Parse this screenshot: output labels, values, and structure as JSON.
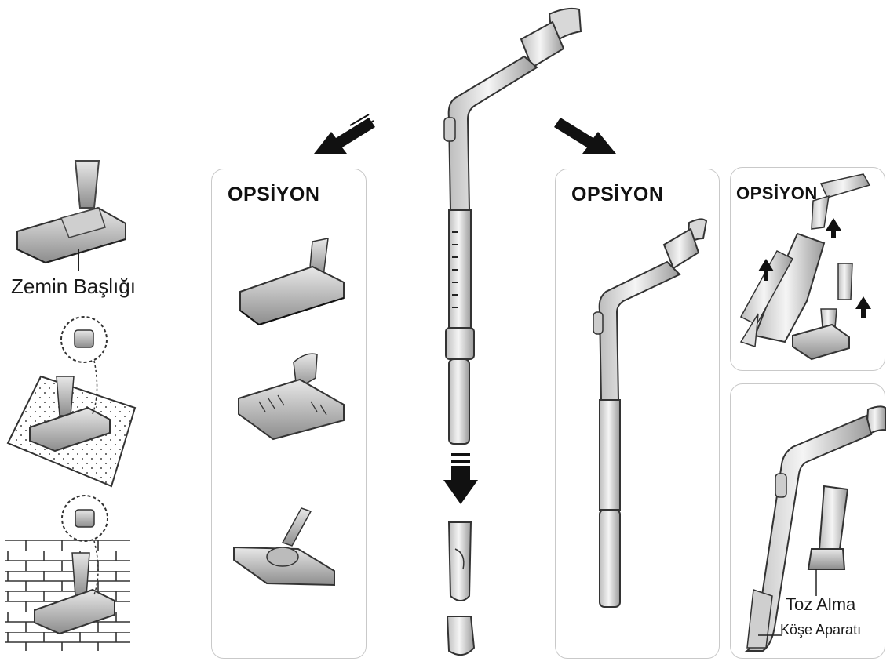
{
  "panels": {
    "left_option": {
      "title": "OPSİYON"
    },
    "right_option": {
      "title": "OPSİYON"
    },
    "top_right_option": {
      "title": "OPSİYON"
    }
  },
  "labels": {
    "floor_head": "Zemin Başlığı",
    "dust_brush": "Toz Alma",
    "crevice_tool": "Köşe Aparatı"
  },
  "icons": [
    "arrow-icon",
    "vacuum-wand-illustration",
    "floor-head-illustration",
    "crevice-tool-illustration",
    "dust-brush-illustration"
  ]
}
